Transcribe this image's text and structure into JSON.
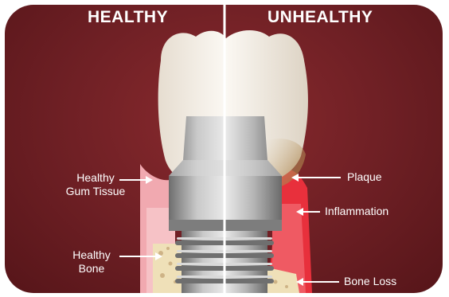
{
  "headings": {
    "left": "HEALTHY",
    "right": "UNHEALTHY"
  },
  "labels": {
    "healthy_gum_line1": "Healthy",
    "healthy_gum_line2": "Gum Tissue",
    "healthy_bone_line1": "Healthy",
    "healthy_bone_line2": "Bone",
    "plaque": "Plaque",
    "inflammation": "Inflammation",
    "bone_loss": "Bone Loss"
  },
  "colors": {
    "background": "#6d1f24",
    "gum_healthy": "#f1a9b0",
    "gum_inflamed": "#e8303c",
    "plaque": "#a87a3e",
    "tooth": "#f3eee6",
    "implant": "#9b9b9b",
    "bone": "#efe0b8"
  }
}
